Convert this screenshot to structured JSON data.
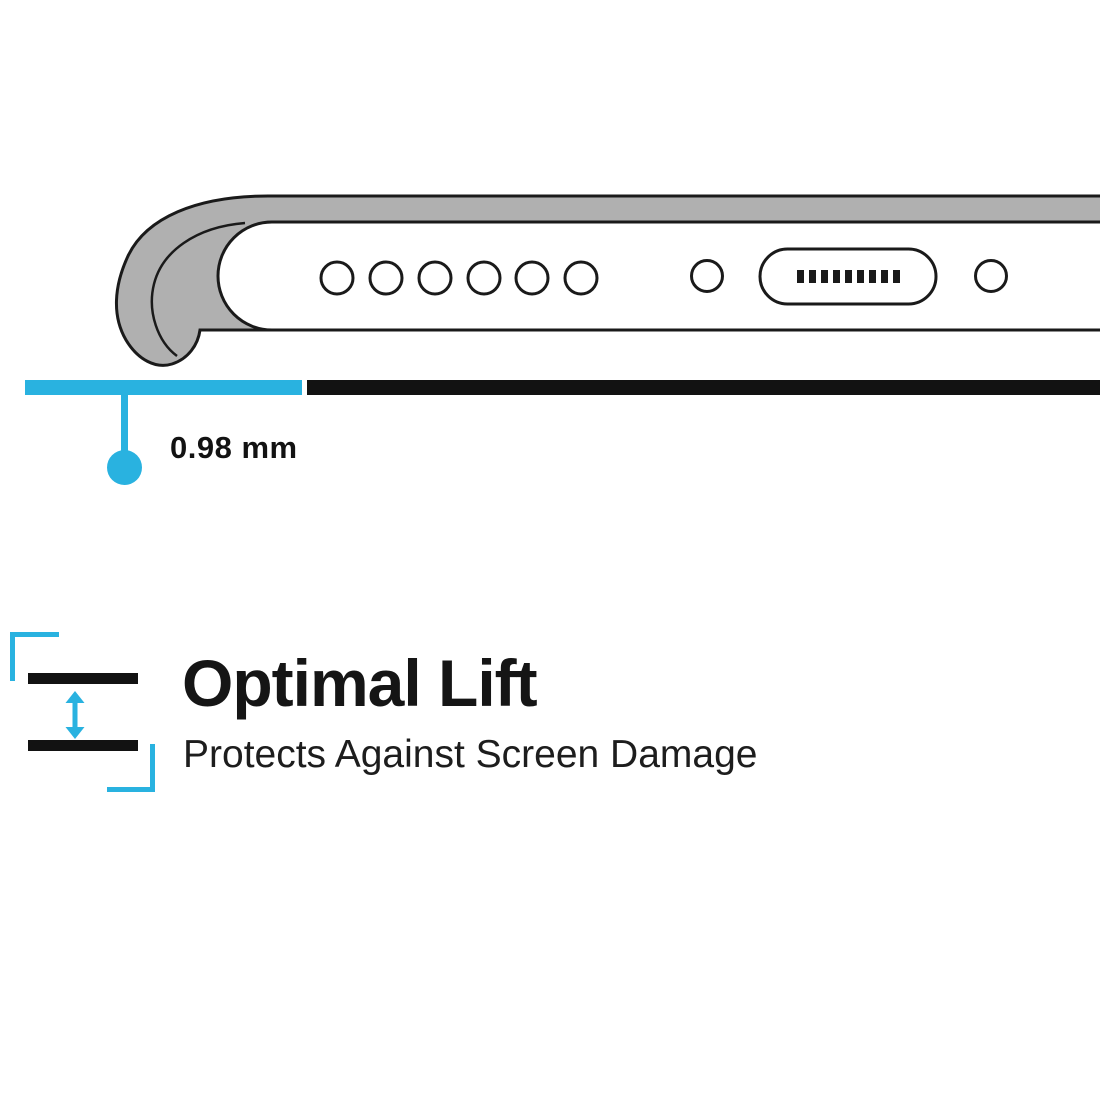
{
  "diagram": {
    "measurement_label": "0.98 mm",
    "speaker_hole_count": 6
  },
  "feature": {
    "title": "Optimal Lift",
    "subtitle": "Protects Against Screen Damage"
  },
  "colors": {
    "accent": "#29B2E0",
    "ink": "#121212",
    "case_gray": "#B0B0B0",
    "outline": "#1A1A1A"
  }
}
